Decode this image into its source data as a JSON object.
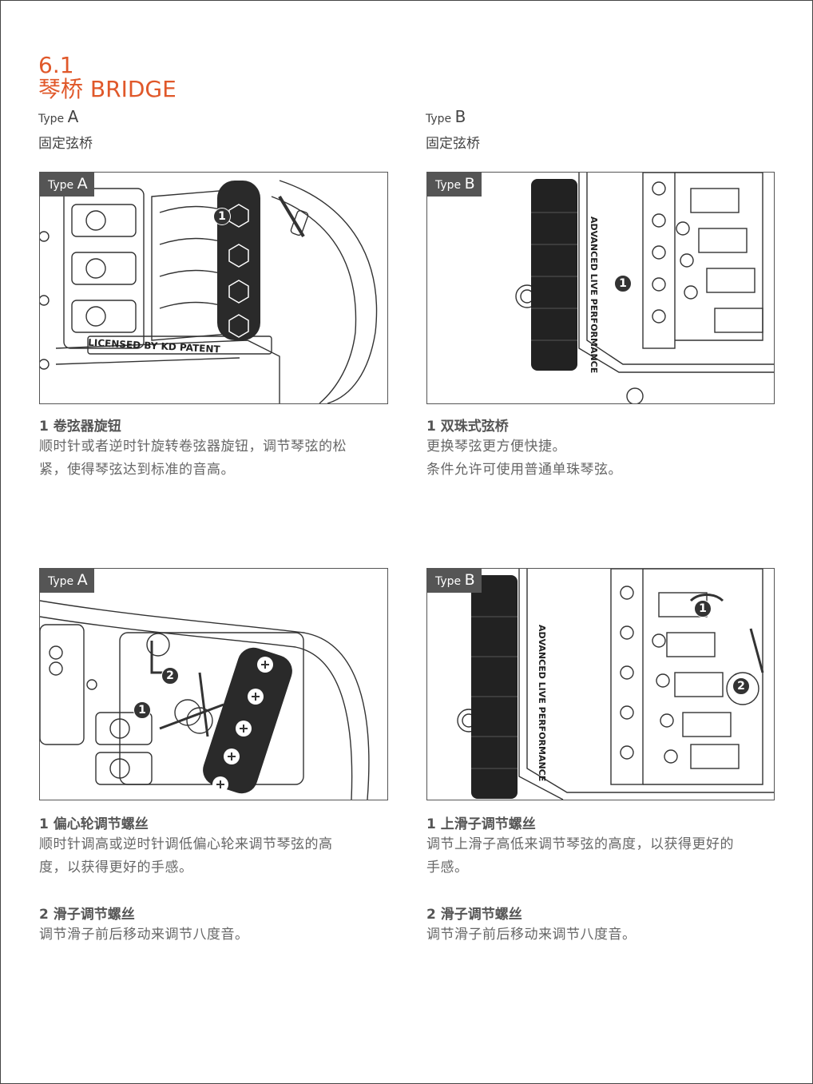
{
  "header": {
    "number": "6.1",
    "title": "琴桥 BRIDGE"
  },
  "columns": [
    {
      "type_prefix": "Type",
      "type_letter": "A",
      "subtitle": "固定弦桥"
    },
    {
      "type_prefix": "Type",
      "type_letter": "B",
      "subtitle": "固定弦桥"
    }
  ],
  "panels": [
    {
      "tag_prefix": "Type",
      "tag_letter": "A",
      "badges": [
        "1"
      ],
      "engraving": "LICENSED  BY  KD  PATENT"
    },
    {
      "tag_prefix": "Type",
      "tag_letter": "B",
      "badges": [
        "1"
      ],
      "engraving": "ADVANCED LIVE PERFORMANCE"
    },
    {
      "tag_prefix": "Type",
      "tag_letter": "A",
      "badges": [
        "1",
        "2"
      ]
    },
    {
      "tag_prefix": "Type",
      "tag_letter": "B",
      "badges": [
        "1",
        "2"
      ],
      "engraving": "ADVANCED LIVE PERFORMANCE"
    }
  ],
  "captions": {
    "a1": {
      "heading": "1 卷弦器旋钮",
      "line1": "顺时针或者逆时针旋转卷弦器旋钮，调节琴弦的松",
      "line2": "紧，使得琴弦达到标准的音高。"
    },
    "b1": {
      "heading": "1 双珠式弦桥",
      "line1": "更换琴弦更方便快捷。",
      "line2": "条件允许可使用普通单珠琴弦。"
    },
    "a2": {
      "heading": "1 偏心轮调节螺丝",
      "line1": "顺时针调高或逆时针调低偏心轮来调节琴弦的高",
      "line2": "度，以获得更好的手感。"
    },
    "a3": {
      "heading": "2 滑子调节螺丝",
      "line1": "调节滑子前后移动来调节八度音。"
    },
    "b2": {
      "heading": "1 上滑子调节螺丝",
      "line1": "调节上滑子高低来调节琴弦的高度，以获得更好的",
      "line2": "手感。"
    },
    "b3": {
      "heading": "2 滑子调节螺丝",
      "line1": "调节滑子前后移动来调节八度音。"
    }
  }
}
